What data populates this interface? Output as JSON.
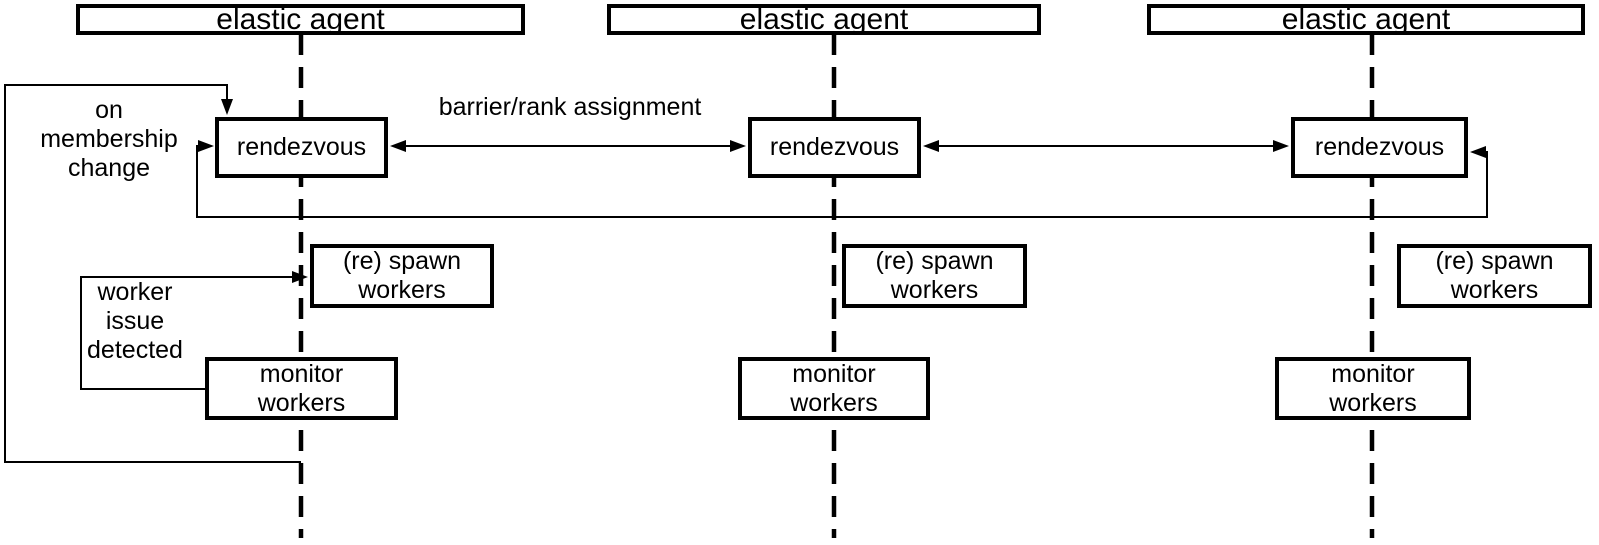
{
  "columns": [
    {
      "agent_title": "elastic agent",
      "rendezvous_label": "rendezvous",
      "spawn_label": "(re) spawn\nworkers",
      "monitor_label": "monitor\nworkers"
    },
    {
      "agent_title": "elastic agent",
      "rendezvous_label": "rendezvous",
      "spawn_label": "(re) spawn\nworkers",
      "monitor_label": "monitor\nworkers"
    },
    {
      "agent_title": "elastic agent",
      "rendezvous_label": "rendezvous",
      "spawn_label": "(re) spawn\nworkers",
      "monitor_label": "monitor\nworkers"
    }
  ],
  "annotations": {
    "on_membership_change": "on\nmembership\nchange",
    "barrier_rank_assignment": "barrier/rank assignment",
    "worker_issue_detected": "worker\nissue\ndetected"
  },
  "colors": {
    "ink": "#000000",
    "background": "#ffffff"
  }
}
